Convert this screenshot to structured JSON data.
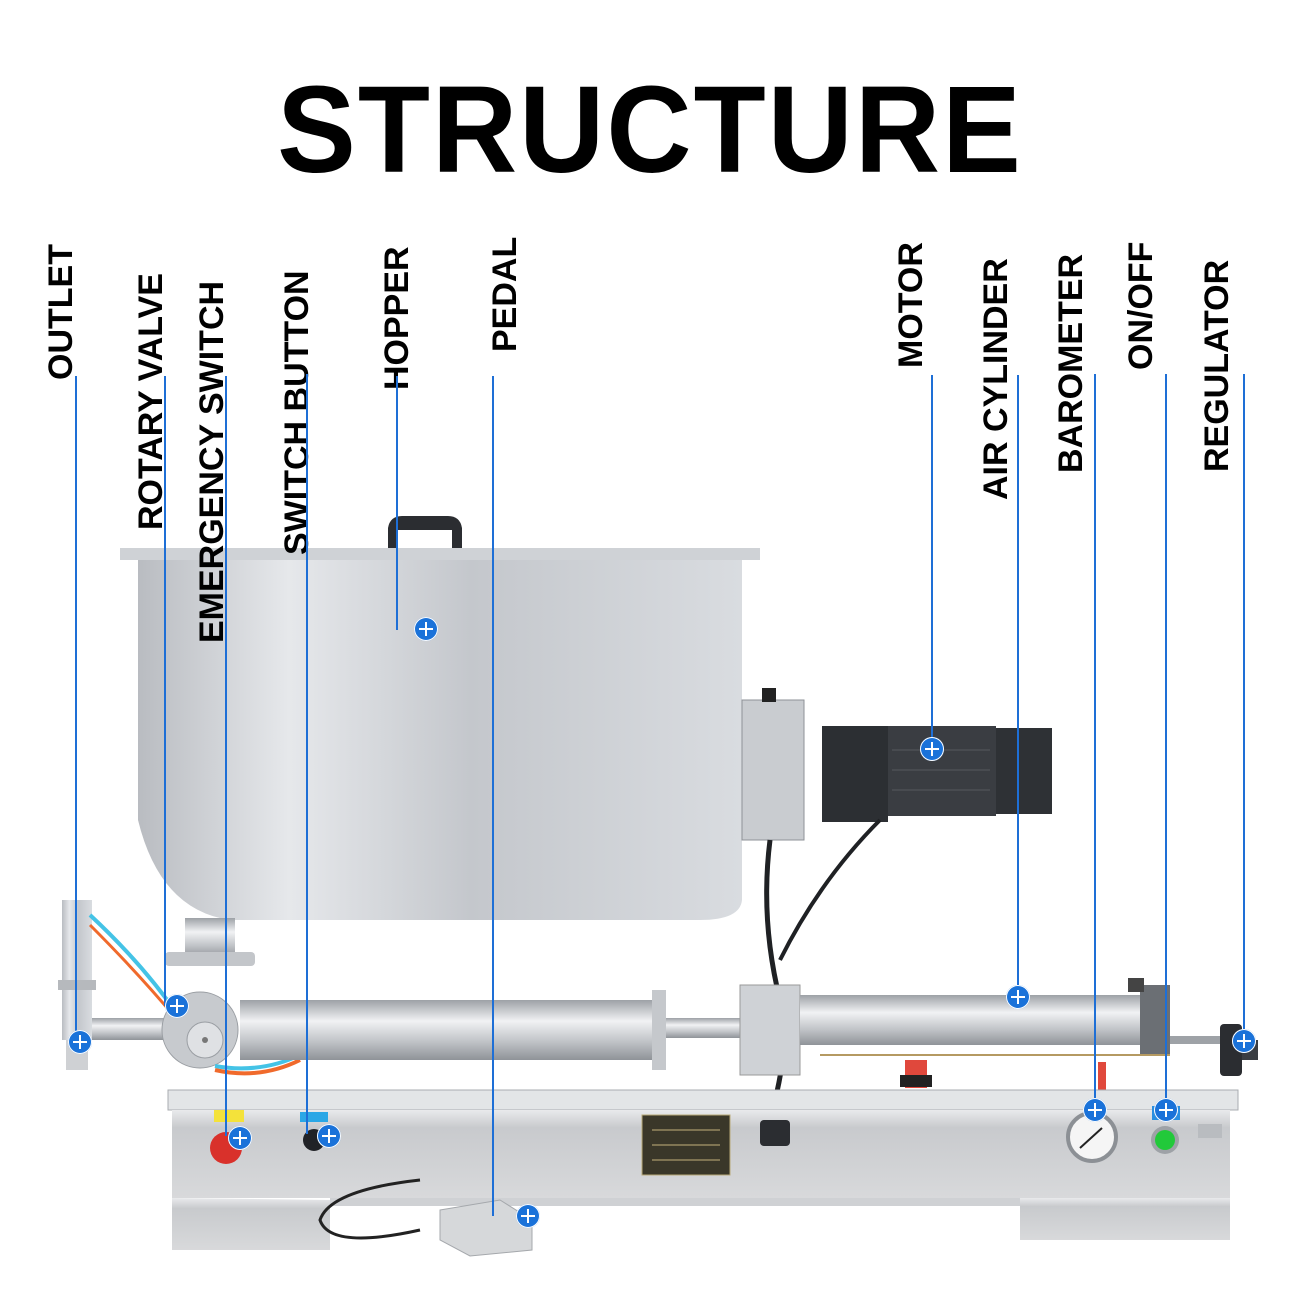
{
  "title": "STRUCTURE",
  "accent_color": "#1a72d9",
  "callouts": [
    {
      "id": "outlet",
      "label": "OUTLET"
    },
    {
      "id": "rotary-valve",
      "label": "ROTARY VALVE"
    },
    {
      "id": "emergency-switch",
      "label": "EMERGENCY SWITCH"
    },
    {
      "id": "switch-button",
      "label": "SWITCH BUTTON"
    },
    {
      "id": "hopper",
      "label": "HOPPER"
    },
    {
      "id": "pedal",
      "label": "PEDAL"
    },
    {
      "id": "motor",
      "label": "MOTOR"
    },
    {
      "id": "air-cylinder",
      "label": "AIR CYLINDER"
    },
    {
      "id": "barometer",
      "label": "BAROMETER"
    },
    {
      "id": "on-off",
      "label": "ON/OFF"
    },
    {
      "id": "regulator",
      "label": "REGULATOR"
    }
  ]
}
